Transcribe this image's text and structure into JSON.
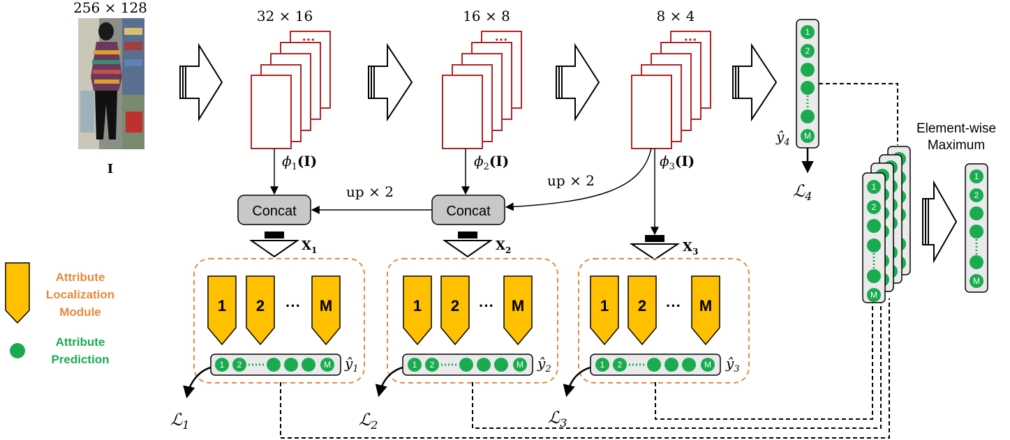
{
  "input": {
    "size": "256 × 128",
    "name": "I"
  },
  "stages": [
    {
      "size": "32 × 16",
      "dots": "···",
      "phi": "ϕ",
      "phi_sub": "1",
      "phi_arg": "(I)"
    },
    {
      "size": "16 × 8",
      "dots": "···",
      "phi": "ϕ",
      "phi_sub": "2",
      "phi_arg": "(I)"
    },
    {
      "size": "8 × 4",
      "dots": "···",
      "phi": "ϕ",
      "phi_sub": "3",
      "phi_arg": "(I)"
    }
  ],
  "concat_label": "Concat",
  "up_label": "up × 2",
  "x_labels": [
    {
      "main": "X",
      "sub": "1"
    },
    {
      "main": "X",
      "sub": "2"
    },
    {
      "main": "X",
      "sub": "3"
    }
  ],
  "module_labels": [
    "1",
    "2",
    "···",
    "M"
  ],
  "pred_labels": [
    "1",
    "2",
    "M"
  ],
  "yhat": [
    {
      "main": "ŷ",
      "sub": "1"
    },
    {
      "main": "ŷ",
      "sub": "2"
    },
    {
      "main": "ŷ",
      "sub": "3"
    },
    {
      "main": "ŷ",
      "sub": "4"
    }
  ],
  "loss": [
    {
      "main": "ℒ",
      "sub": "1"
    },
    {
      "main": "ℒ",
      "sub": "2"
    },
    {
      "main": "ℒ",
      "sub": "3"
    },
    {
      "main": "ℒ",
      "sub": "4"
    }
  ],
  "legend": {
    "module_lines": [
      "Attribute",
      "Localization",
      "Module"
    ],
    "pred_lines": [
      "Attribute",
      "Prediction"
    ]
  },
  "element_wise": [
    "Element-wise",
    "Maximum"
  ],
  "colors": {
    "feature_border": "#b22222",
    "module_fill": "#ffc000",
    "dot_green": "#1aab50",
    "concat_fill": "#c8c8c8",
    "dash_orange": "#e8893a"
  }
}
